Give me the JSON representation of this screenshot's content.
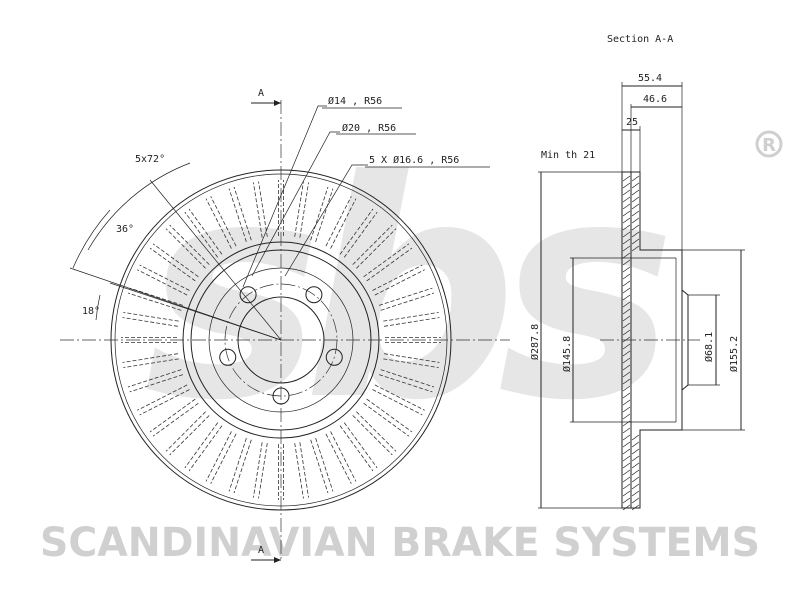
{
  "watermark": {
    "logo": "sbs",
    "registered": "®",
    "company": "SCANDINAVIAN BRAKE SYSTEMS"
  },
  "front_view": {
    "section_mark_top": "A",
    "section_mark_bottom": "A",
    "angle_pattern": "5x72°",
    "angle_36": "36°",
    "angle_18": "18°",
    "hole_1": "Ø14 , R56",
    "hole_2": "Ø20 , R56",
    "hole_3": "5 X Ø16.6 , R56"
  },
  "section_view": {
    "title": "Section A-A",
    "overall_height": "55.4",
    "hat_height": "46.6",
    "disc_thickness": "25",
    "min_thickness": "Min th 21",
    "outer_diameter": "Ø287.8",
    "hat_diameter": "Ø145.8",
    "center_bore": "Ø68.1",
    "hub_diameter": "Ø155.2"
  }
}
